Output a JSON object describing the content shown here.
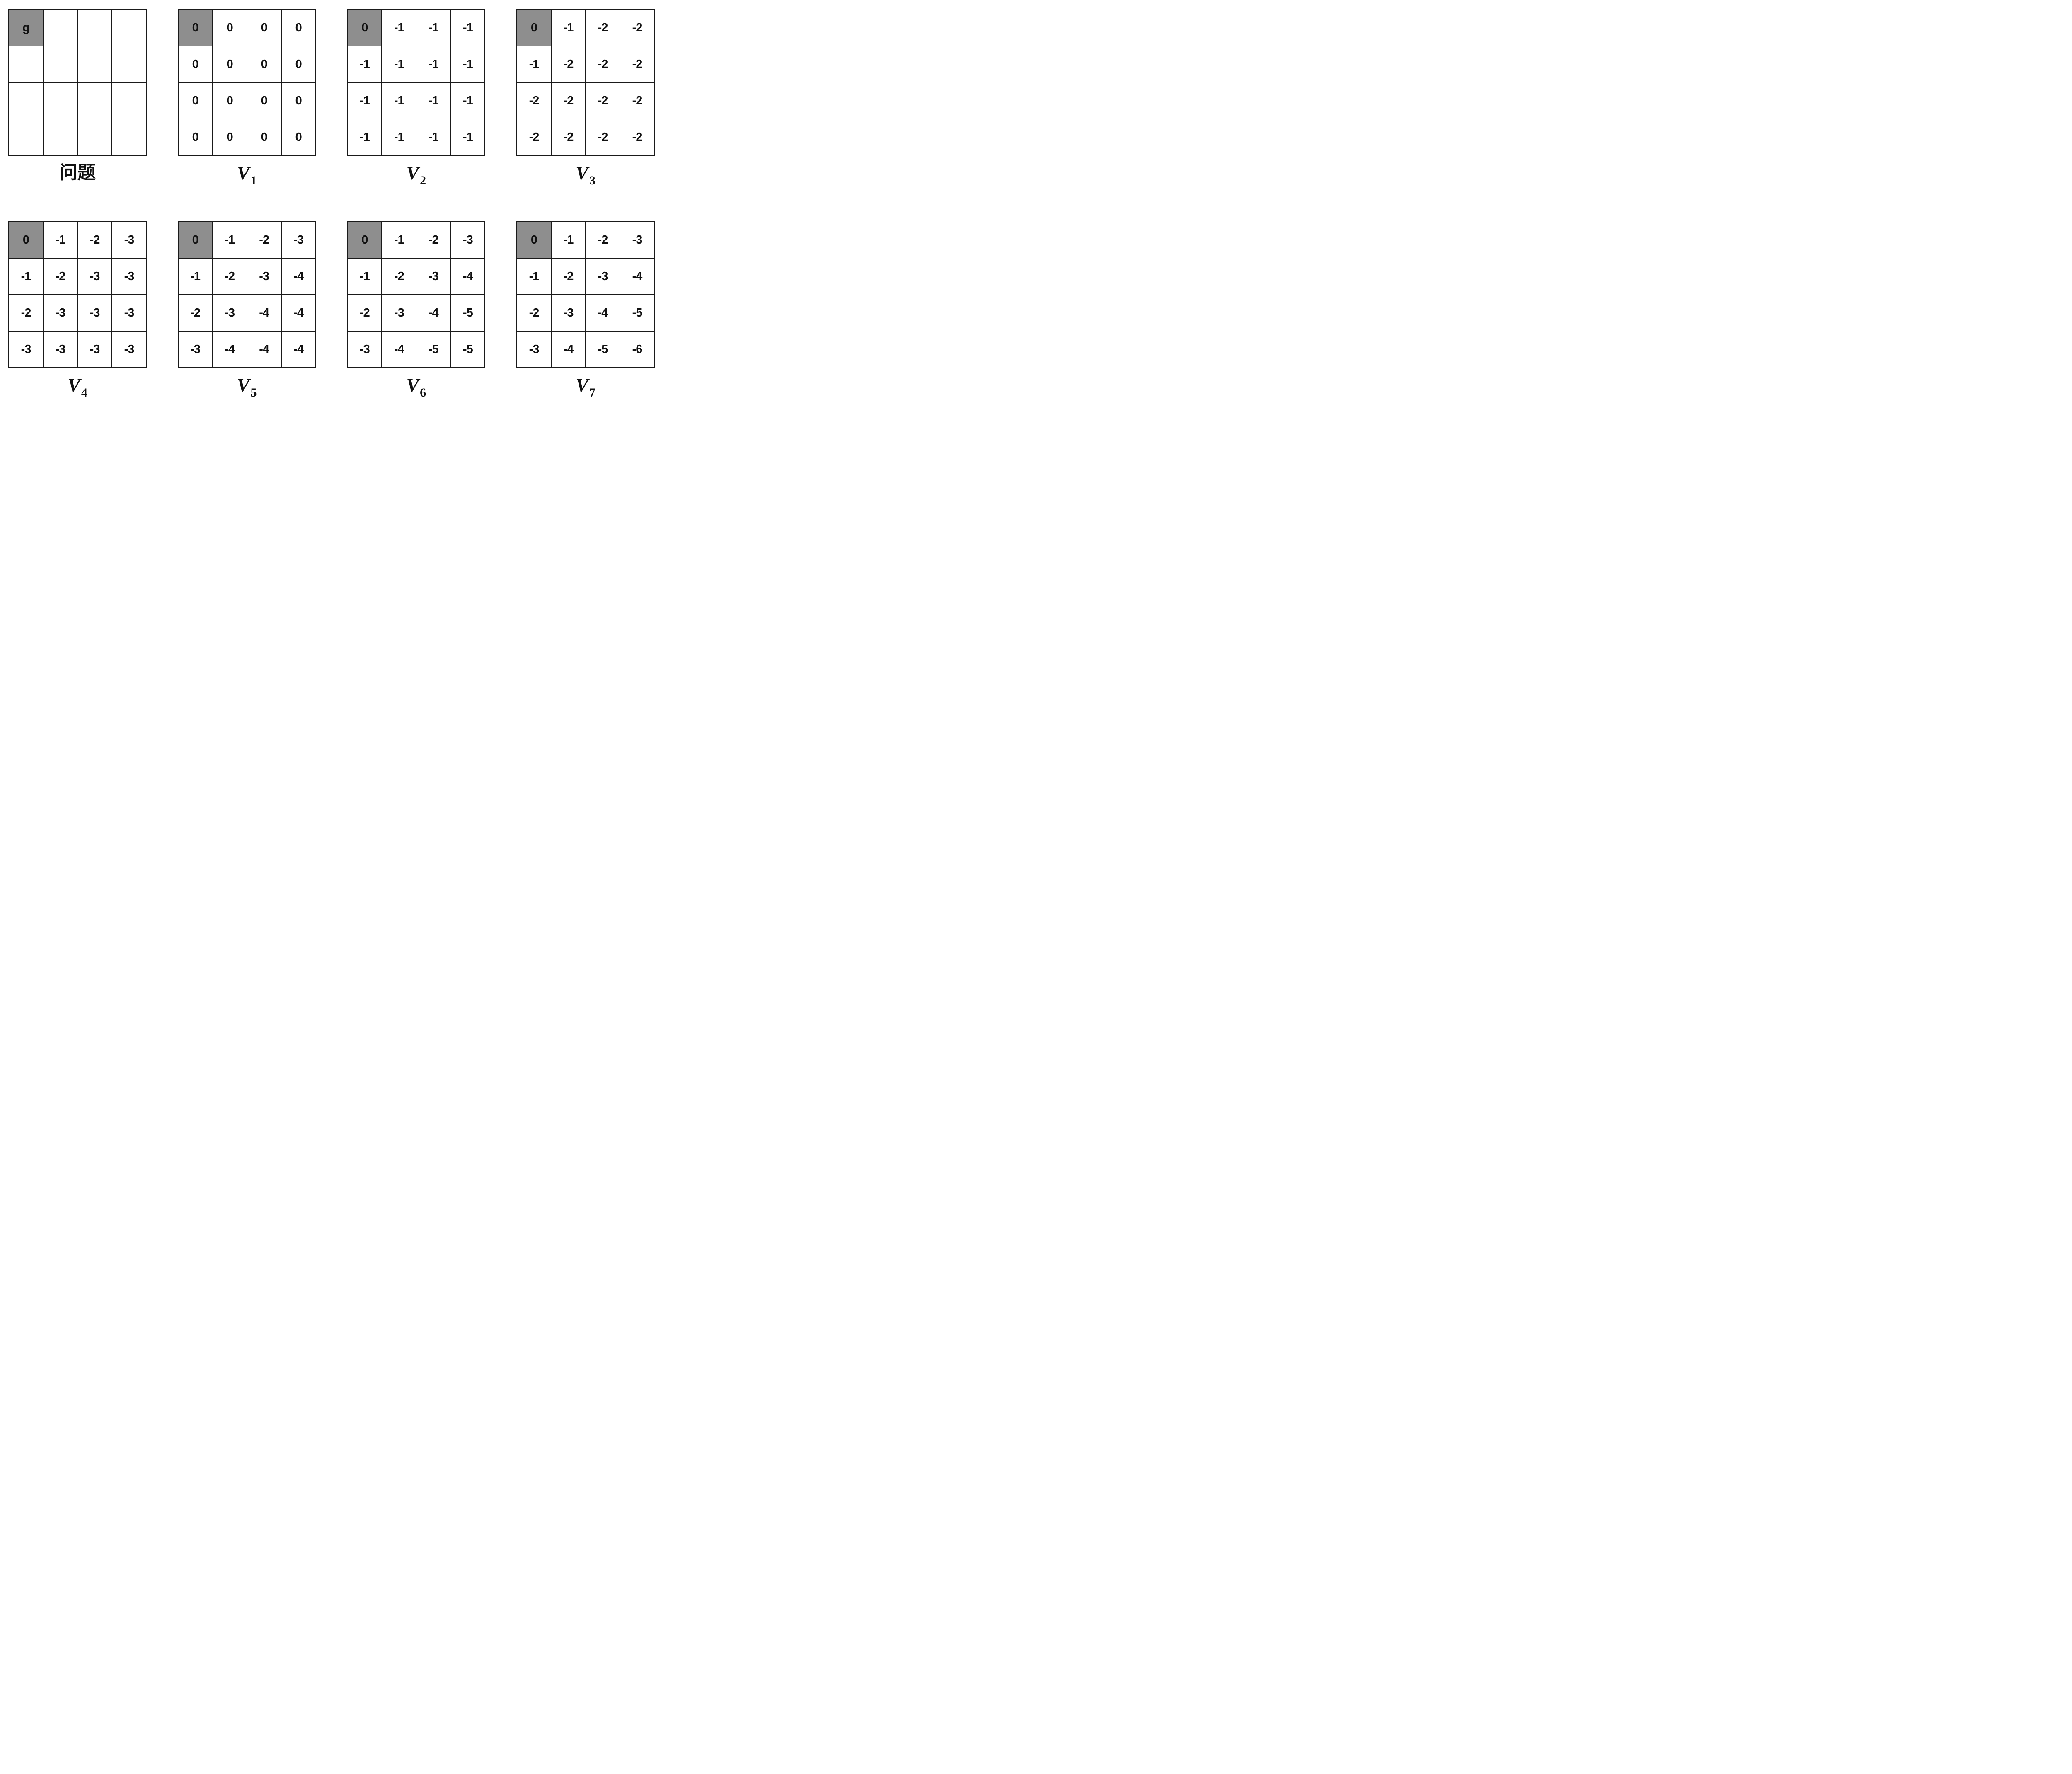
{
  "figure": {
    "description_visible_text_only": "",
    "colors": {
      "goal_cell_fill": "#8e8e8e",
      "cell_fill": "#ffffff",
      "grid_line": "#1a1a1a",
      "text": "#111111",
      "background": "#ffffff"
    },
    "goal": {
      "row": 0,
      "col": 0,
      "marker": "g"
    },
    "grids": [
      {
        "id": "problem",
        "label_text": "问题",
        "cells": [
          [
            "g",
            "",
            "",
            ""
          ],
          [
            "",
            "",
            "",
            ""
          ],
          [
            "",
            "",
            "",
            ""
          ],
          [
            "",
            "",
            "",
            ""
          ]
        ]
      },
      {
        "id": "V1",
        "label_base": "V",
        "label_sub": "1",
        "cells": [
          [
            "0",
            "0",
            "0",
            "0"
          ],
          [
            "0",
            "0",
            "0",
            "0"
          ],
          [
            "0",
            "0",
            "0",
            "0"
          ],
          [
            "0",
            "0",
            "0",
            "0"
          ]
        ]
      },
      {
        "id": "V2",
        "label_base": "V",
        "label_sub": "2",
        "cells": [
          [
            "0",
            "-1",
            "-1",
            "-1"
          ],
          [
            "-1",
            "-1",
            "-1",
            "-1"
          ],
          [
            "-1",
            "-1",
            "-1",
            "-1"
          ],
          [
            "-1",
            "-1",
            "-1",
            "-1"
          ]
        ]
      },
      {
        "id": "V3",
        "label_base": "V",
        "label_sub": "3",
        "cells": [
          [
            "0",
            "-1",
            "-2",
            "-2"
          ],
          [
            "-1",
            "-2",
            "-2",
            "-2"
          ],
          [
            "-2",
            "-2",
            "-2",
            "-2"
          ],
          [
            "-2",
            "-2",
            "-2",
            "-2"
          ]
        ]
      },
      {
        "id": "V4",
        "label_base": "V",
        "label_sub": "4",
        "cells": [
          [
            "0",
            "-1",
            "-2",
            "-3"
          ],
          [
            "-1",
            "-2",
            "-3",
            "-3"
          ],
          [
            "-2",
            "-3",
            "-3",
            "-3"
          ],
          [
            "-3",
            "-3",
            "-3",
            "-3"
          ]
        ]
      },
      {
        "id": "V5",
        "label_base": "V",
        "label_sub": "5",
        "cells": [
          [
            "0",
            "-1",
            "-2",
            "-3"
          ],
          [
            "-1",
            "-2",
            "-3",
            "-4"
          ],
          [
            "-2",
            "-3",
            "-4",
            "-4"
          ],
          [
            "-3",
            "-4",
            "-4",
            "-4"
          ]
        ]
      },
      {
        "id": "V6",
        "label_base": "V",
        "label_sub": "6",
        "cells": [
          [
            "0",
            "-1",
            "-2",
            "-3"
          ],
          [
            "-1",
            "-2",
            "-3",
            "-4"
          ],
          [
            "-2",
            "-3",
            "-4",
            "-5"
          ],
          [
            "-3",
            "-4",
            "-5",
            "-5"
          ]
        ]
      },
      {
        "id": "V7",
        "label_base": "V",
        "label_sub": "7",
        "cells": [
          [
            "0",
            "-1",
            "-2",
            "-3"
          ],
          [
            "-1",
            "-2",
            "-3",
            "-4"
          ],
          [
            "-2",
            "-3",
            "-4",
            "-5"
          ],
          [
            "-3",
            "-4",
            "-5",
            "-6"
          ]
        ]
      }
    ]
  }
}
